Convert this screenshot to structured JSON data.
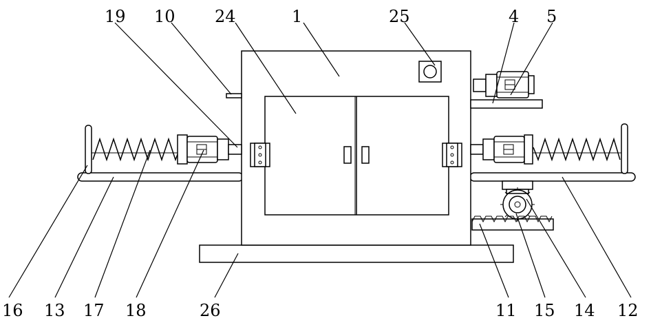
{
  "labels": {
    "l1": "1",
    "l4": "4",
    "l5": "5",
    "l10": "10",
    "l11": "11",
    "l12": "12",
    "l13": "13",
    "l14": "14",
    "l15": "15",
    "l16": "16",
    "l17": "17",
    "l18": "18",
    "l19": "19",
    "l24": "24",
    "l25": "25",
    "l26": "26"
  }
}
